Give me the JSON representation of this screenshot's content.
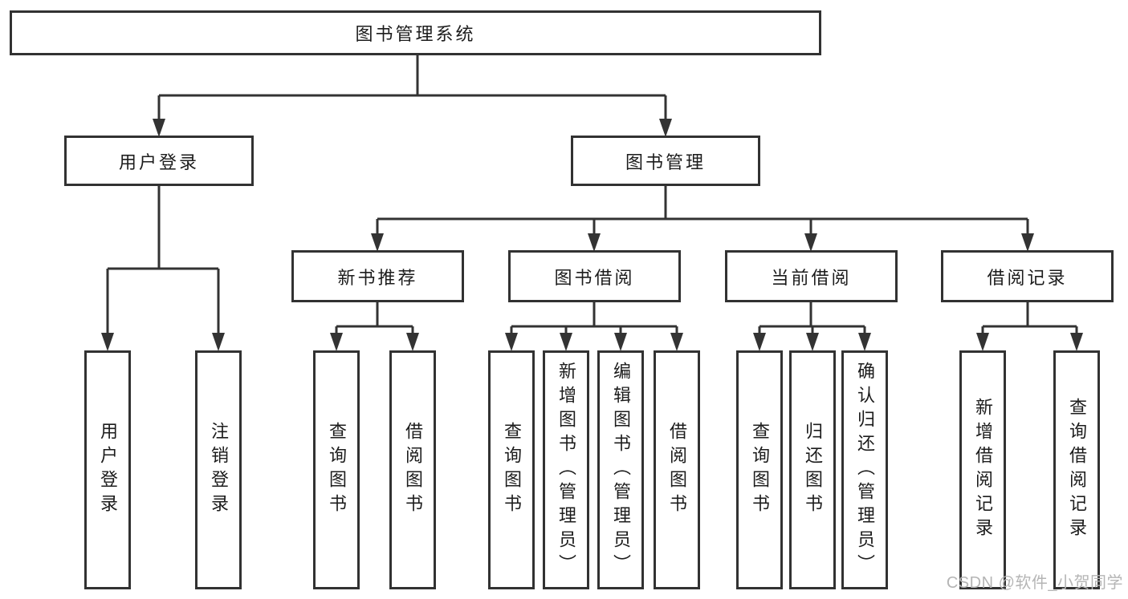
{
  "nodes": {
    "root": "图书管理系统",
    "user_login": "用户登录",
    "book_management": "图书管理",
    "new_book_recommendation": "新书推荐",
    "book_borrowing": "图书借阅",
    "current_borrowing": "当前借阅",
    "borrowing_records": "借阅记录",
    "ul_user_login": "用户登录",
    "ul_logout": "注销登录",
    "nb_query_books": "查询图书",
    "nb_borrow_books": "借阅图书",
    "bb_query_books": "查询图书",
    "bb_add_books_admin": "新增图书（管理员）",
    "bb_edit_books_admin": "编辑图书（管理员）",
    "bb_borrow_books": "借阅图书",
    "cb_query_books": "查询图书",
    "cb_return_books": "归还图书",
    "cb_confirm_return_admin": "确认归还（管理员）",
    "br_add_record": "新增借阅记录",
    "br_query_record": "查询借阅记录"
  },
  "hierarchy": {
    "图书管理系统": {
      "用户登录": [
        "用户登录",
        "注销登录"
      ],
      "图书管理": {
        "新书推荐": [
          "查询图书",
          "借阅图书"
        ],
        "图书借阅": [
          "查询图书",
          "新增图书（管理员）",
          "编辑图书（管理员）",
          "借阅图书"
        ],
        "当前借阅": [
          "查询图书",
          "归还图书",
          "确认归还（管理员）"
        ],
        "借阅记录": [
          "新增借阅记录",
          "查询借阅记录"
        ]
      }
    }
  },
  "watermark": "CSDN @软件_小贺同学",
  "colors": {
    "line": "#333333",
    "box_border": "#323232",
    "text": "#1c1c1c",
    "watermark": "#b5b5b5",
    "background": "#ffffff"
  }
}
